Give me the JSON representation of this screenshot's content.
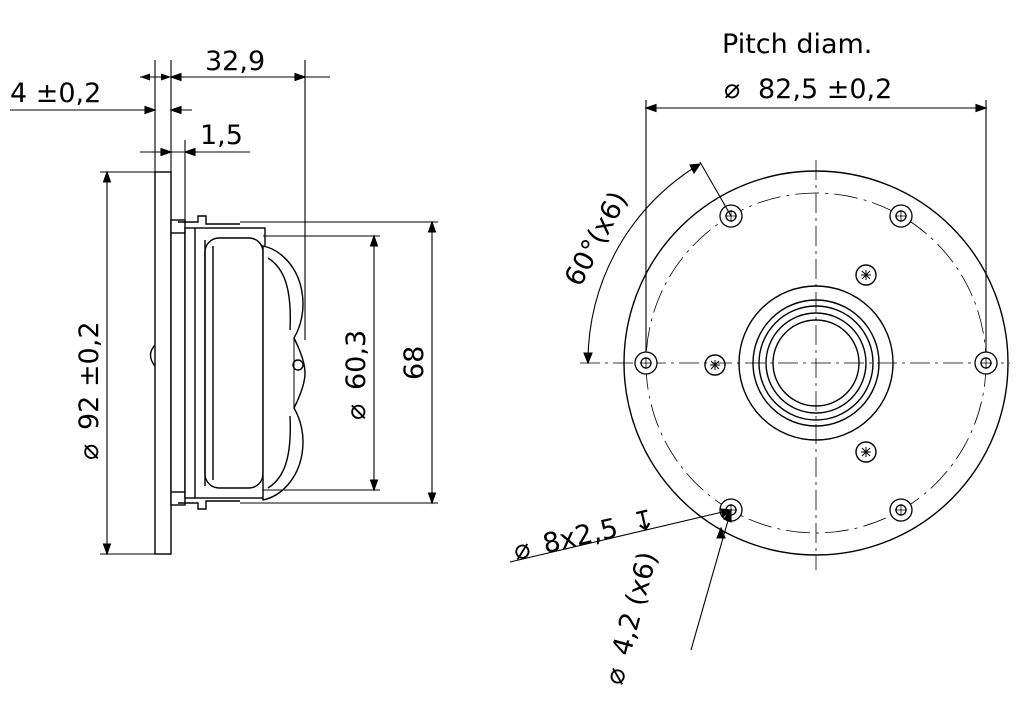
{
  "side_view": {
    "dimensions": {
      "overall_depth": "32,9",
      "flange_thickness": "4 ±0,2",
      "recess": "1,5",
      "flange_diameter": "92 ±0,2",
      "dome_diameter": "60,3",
      "body_diameter": "68"
    }
  },
  "front_view": {
    "pitch_title": "Pitch diam.",
    "pitch_diameter": "82,5 ±0,2",
    "hole_angle": "60°(x6)",
    "counterbore": "8x2,5",
    "hole_diameter": "4,2 (x6)"
  },
  "symbols": {
    "diameter": "⌀",
    "depth": "↧"
  }
}
